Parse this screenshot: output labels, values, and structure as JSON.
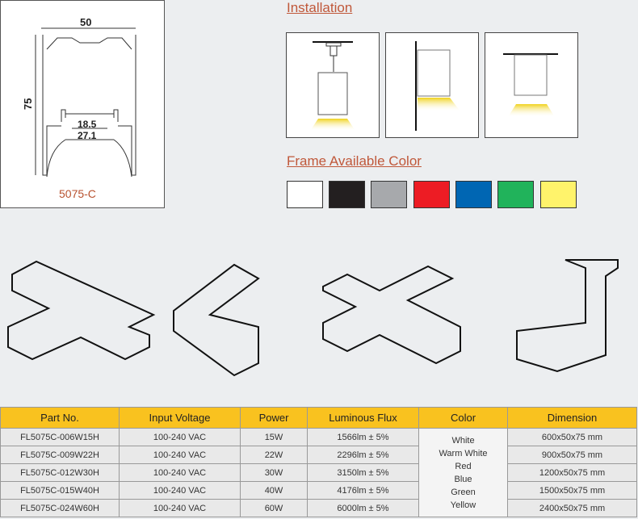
{
  "profile": {
    "width_dim": "50",
    "height_dim": "75",
    "inner1": "18.5",
    "inner2": "27.1",
    "model": "5075-C"
  },
  "installation": {
    "title": "Installation",
    "methods": [
      "pendant-icon",
      "wall-mount-icon",
      "surface-mount-icon"
    ]
  },
  "frame_colors": {
    "title": "Frame Available Color",
    "swatches": [
      "#ffffff",
      "#231f20",
      "#a7a9ac",
      "#ed1c24",
      "#0066b3",
      "#21b35b",
      "#fff36b"
    ]
  },
  "connectors": [
    "t-connector",
    "l-connector",
    "x-connector",
    "vertical-l-connector"
  ],
  "table": {
    "headers": [
      "Part No.",
      "Input Voltage",
      "Power",
      "Luminous Flux",
      "Color",
      "Dimension"
    ],
    "rows": [
      [
        "FL5075C-006W15H",
        "100-240 VAC",
        "15W",
        "1566lm ± 5%",
        "600x50x75 mm"
      ],
      [
        "FL5075C-009W22H",
        "100-240 VAC",
        "22W",
        "2296lm ± 5%",
        "900x50x75 mm"
      ],
      [
        "FL5075C-012W30H",
        "100-240 VAC",
        "30W",
        "3150lm ± 5%",
        "1200x50x75 mm"
      ],
      [
        "FL5075C-015W40H",
        "100-240 VAC",
        "40W",
        "4176lm ± 5%",
        "1500x50x75 mm"
      ],
      [
        "FL5075C-024W60H",
        "100-240 VAC",
        "60W",
        "6000lm ± 5%",
        "2400x50x75 mm"
      ]
    ],
    "colors": [
      "White",
      "Warm White",
      "Red",
      "Blue",
      "Green",
      "Yellow"
    ]
  }
}
